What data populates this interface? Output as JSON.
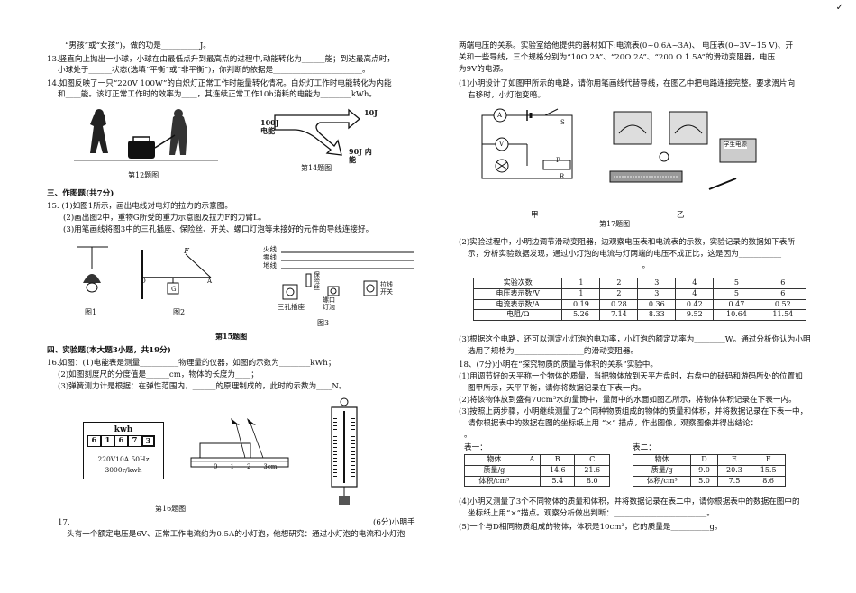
{
  "check_mark": "✓",
  "left": {
    "q11_tail": "“男孩”或“女孩”)，做的功是__________J。",
    "q13_a": "13.竖直向上抛出一小球，小球在由最低点升到最高点的过程中,动能转化为______能；到达最高点时，",
    "q13_b": "小球处于______状态(选填“平衡”或“非平衡”)，你判断的依据是_______________________。",
    "q14_a": "14.如图反映了一只“220V 100W”的白炽灯正常工作时能量转化情况。白炽灯工作时电能转化为内能",
    "q14_b": "和____能。该灯正常工作时的效率为____，其连续正常工作10h消耗的电能为________kWh。",
    "fig12_caption": "第12题图",
    "fig14_caption": "第14题图",
    "fig14_labels": {
      "in": "100J 电能",
      "out1": "10J",
      "out2": "90J 内能"
    },
    "sec3_title": "三、作图题(共7分)",
    "q15_a": "15.  (1)如图1所示，画出电线对电灯的拉力的示意图。",
    "q15_b": "(2)画出图2中，重物G所受的重力示意图及拉力F的力臂L。",
    "q15_c": "(3)用笔画线将图3中的三孔插座、保险丝、开关、螺口灯泡等未接好的元件的导线连接好。",
    "fig2_labels": {
      "F": "F",
      "O": "O",
      "G": "G",
      "A": "A"
    },
    "fig3_labels": {
      "fire": "火线",
      "zero": "零线",
      "ground": "地线",
      "fuse": "保险丝",
      "socket": "三孔插座",
      "bulb": "螺口灯泡",
      "switch": "拉线开关"
    },
    "fig1_caption": "图1",
    "fig2_caption": "图2",
    "fig3_caption": "图3",
    "fig15_caption": "第15题图",
    "sec4_title": "四、实验题(本大题3小题，共19分)",
    "q16_a": "16.如图：(1)电能表是测量__________物理量的仪器，如图的示数为________kWh；",
    "q16_b": "(2)如图刻度尺的分度值是______cm，物体的长度为____；",
    "q16_c": "(3)弹簧测力计是根据：在弹性范围内，______的原理制成的，此时的示数为____N。",
    "meter": {
      "unit": "kwh",
      "digits": [
        "6",
        "1",
        "6",
        "7",
        "3"
      ],
      "spec": "220V10A 50Hz",
      "rate": "3000r/kwh"
    },
    "ruler_labels": [
      "0",
      "1",
      "2",
      "3cm"
    ],
    "fig16_caption": "第16题图",
    "q17_num": "17.",
    "q17_score": "(6分)小明手",
    "q17_a": "头有一个额定电压是6V、正常工作电流约为0.5A的小灯泡，他想研究：通过小灯泡的电流和小灯泡"
  },
  "right": {
    "r1": "两端电压的关系。实验室给他提供的器材如下:电流表(0~0.6A~3A)、 电压表(0~3V~15 V)、开",
    "r2": "关和一些导线，三个规格分别为“10Ω 2A”、“20Ω 2A”、“200 Ω 1.5A”的滑动变阻器，电压",
    "r3": "为9V的电源。",
    "r4": "(1)小明设计了如图甲所示的电路，请你用笔画线代替导线，在图乙中把电路连接完整。要求滑片向",
    "r5": "右移时，小灯泡变暗。",
    "circuit_labels": {
      "A": "A",
      "V": "V",
      "S": "S",
      "P": "P",
      "R": "R",
      "jia": "甲",
      "yi": "乙",
      "supply": "学生电源"
    },
    "fig17_caption": "第17题图",
    "r6": "(2)实验过程中，小明边调节滑动变阻器，边观察电压表和电流表的示数，实验记录的数据如下表所",
    "r7": "示，分析实验数据发现，通过小灯泡的电流与灯两端的电压不成正比，这是因为___________",
    "r8": "______________________________________________。",
    "table1": {
      "rows": [
        [
          "实验次数",
          "1",
          "2",
          "3",
          "4",
          "5",
          "6"
        ],
        [
          "电压表示数/V",
          "1",
          "2",
          "3",
          "4",
          "5",
          "6"
        ],
        [
          "电流表示数/A",
          "0.19",
          "0.28",
          "0.36",
          "0.42",
          "0.47",
          "0.52"
        ],
        [
          "电阻/Ω",
          "5.26",
          "7.14",
          "8.33",
          "9.52",
          "10.64",
          "11.54"
        ]
      ]
    },
    "r9": "(3)根据这个电路，还可以测定小灯泡的电功率，小灯泡的额定功率为________W。通过分析你认为小明",
    "r10": "选用了规格为__________________的滑动变阻器。",
    "r11": "18、(7分)小明在“探究物质的质量与体积的关系”实验中。",
    "r12": "(1)用调节好的天平称一个物体的质量，当把物体放到天平左盘时，右盘中的砝码和游码所处的位置如",
    "r13": "图甲所示，天平平衡，请你将数据记录在下表一内。",
    "r14": "(2)将该物体放到盛有70cm³水的量筒中，量筒中的水面如图乙所示，将物体体积记录在下表一内。",
    "r15": "(3)按照上两步骤，小明继续测量了2个同种物质组成的物体的质量和体积，并将数据记录在下表一中，",
    "r16": "请你根据表中的数据在图的坐标纸上用 “×” 描点，作出图像，观察图像并得出结论：",
    "r17": "。",
    "table2_title": "表一：",
    "table2": {
      "rows": [
        [
          "物体",
          "A",
          "B",
          "C"
        ],
        [
          "质量/g",
          "",
          "14.6",
          "21.6"
        ],
        [
          "体积/cm³",
          "",
          "5.4",
          "8.0"
        ]
      ]
    },
    "table3_title": "表二：",
    "table3": {
      "rows": [
        [
          "物体",
          "D",
          "E",
          "F"
        ],
        [
          "质量/g",
          "9.0",
          "20.3",
          "15.5"
        ],
        [
          "体积/cm³",
          "5.0",
          "7.5",
          "8.6"
        ]
      ]
    },
    "r18": "(4)小明又测量了3个不同物体的质量和体积，并将数据记录在表二中，请你根据表中的数据在图中的",
    "r19": "坐标纸上用“×”描点。观察分析做出判断：________________________。",
    "r20": "(5)一个与D相同物质组成的物体，体积是10cm³，它的质量是__________g。"
  }
}
